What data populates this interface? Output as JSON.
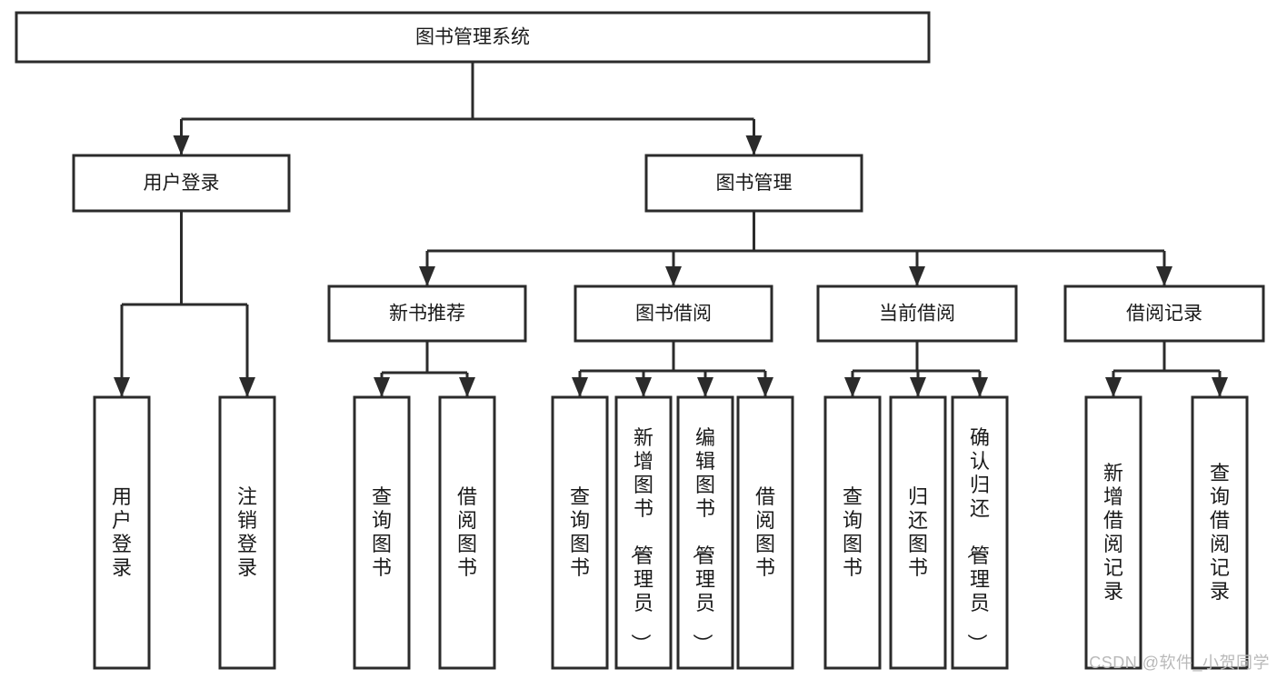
{
  "diagram": {
    "type": "tree-hierarchy",
    "title": "图书管理系统",
    "watermark": "CSDN @软件_小贺同学",
    "colors": {
      "background": "#ffffff",
      "stroke": "#2b2b2b",
      "box_fill": "#ffffff",
      "text": "#1a1a1a",
      "watermark": "#b9b9b9"
    },
    "root": {
      "id": "root",
      "label": "图书管理系统",
      "orientation": "horizontal"
    },
    "level2": [
      {
        "id": "user-login",
        "label": "用户登录",
        "orientation": "horizontal"
      },
      {
        "id": "book-management",
        "label": "图书管理",
        "orientation": "horizontal"
      }
    ],
    "level3": [
      {
        "id": "new-book-recommend",
        "label": "新书推荐",
        "orientation": "horizontal",
        "parent": "book-management"
      },
      {
        "id": "book-borrow",
        "label": "图书借阅",
        "orientation": "horizontal",
        "parent": "book-management"
      },
      {
        "id": "current-borrow",
        "label": "当前借阅",
        "orientation": "horizontal",
        "parent": "book-management"
      },
      {
        "id": "borrow-record",
        "label": "借阅记录",
        "orientation": "horizontal",
        "parent": "book-management"
      }
    ],
    "leaves": [
      {
        "id": "leaf-user-login",
        "label": "用户登录",
        "orientation": "vertical",
        "parent": "user-login"
      },
      {
        "id": "leaf-user-logout",
        "label": "注销登录",
        "orientation": "vertical",
        "parent": "user-login"
      },
      {
        "id": "leaf-query-book-1",
        "label": "查询图书",
        "orientation": "vertical",
        "parent": "new-book-recommend"
      },
      {
        "id": "leaf-borrow-book-1",
        "label": "借阅图书",
        "orientation": "vertical",
        "parent": "new-book-recommend"
      },
      {
        "id": "leaf-query-book-2",
        "label": "查询图书",
        "orientation": "vertical",
        "parent": "book-borrow"
      },
      {
        "id": "leaf-add-book",
        "label": "新增图书（管理员）",
        "orientation": "vertical",
        "parent": "book-borrow"
      },
      {
        "id": "leaf-edit-book",
        "label": "编辑图书（管理员）",
        "orientation": "vertical",
        "parent": "book-borrow"
      },
      {
        "id": "leaf-borrow-book-2",
        "label": "借阅图书",
        "orientation": "vertical",
        "parent": "book-borrow"
      },
      {
        "id": "leaf-query-book-3",
        "label": "查询图书",
        "orientation": "vertical",
        "parent": "current-borrow"
      },
      {
        "id": "leaf-return-book",
        "label": "归还图书",
        "orientation": "vertical",
        "parent": "current-borrow"
      },
      {
        "id": "leaf-confirm-return",
        "label": "确认归还（管理员）",
        "orientation": "vertical",
        "parent": "current-borrow"
      },
      {
        "id": "leaf-add-record",
        "label": "新增借阅记录",
        "orientation": "vertical",
        "parent": "borrow-record"
      },
      {
        "id": "leaf-query-record",
        "label": "查询借阅记录",
        "orientation": "vertical",
        "parent": "borrow-record"
      }
    ]
  }
}
